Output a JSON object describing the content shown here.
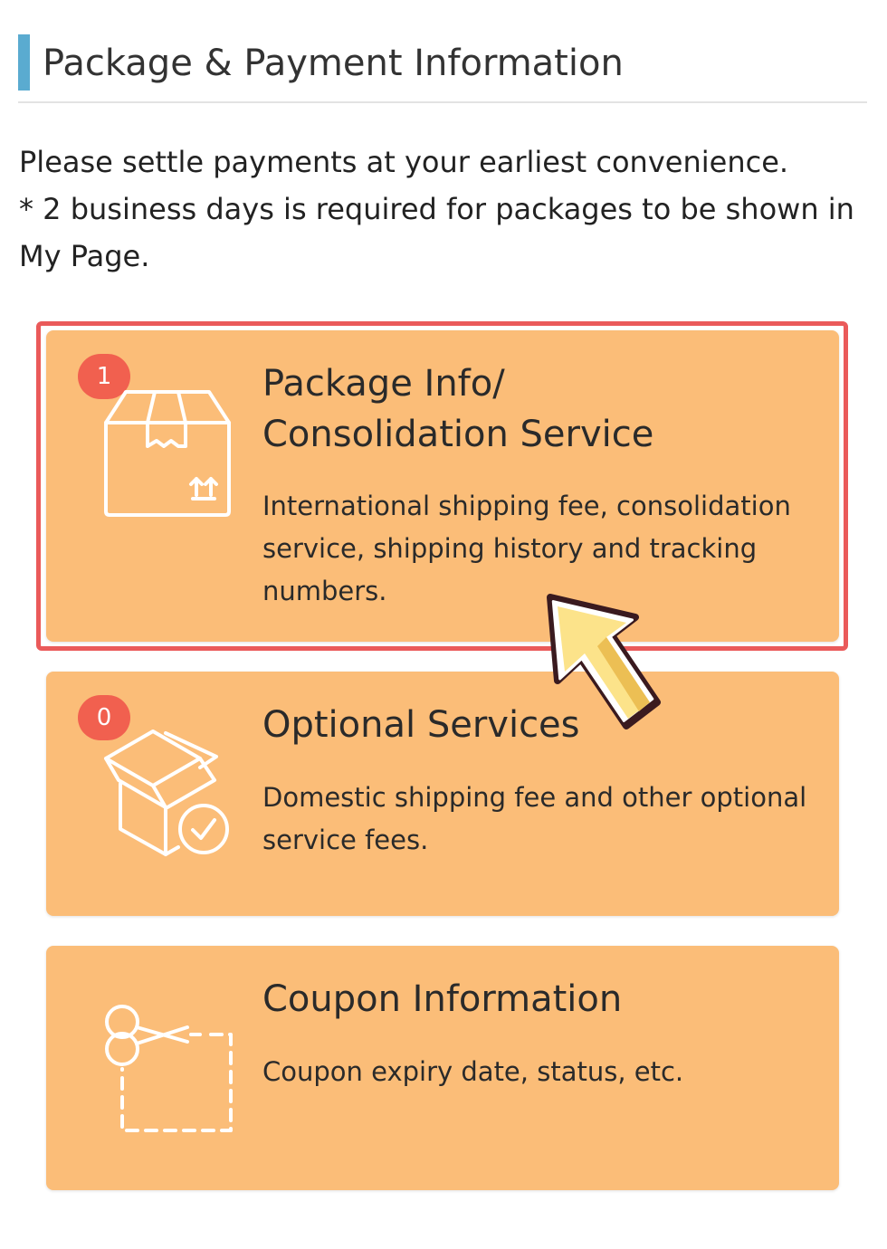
{
  "section": {
    "title": "Package & Payment Information",
    "accent_color": "#5aabd0"
  },
  "intro": {
    "line1": "Please settle payments at your earliest convenience.",
    "line2": "* 2 business days is required for packages to be shown in My Page."
  },
  "theme": {
    "card_bg": "#fbbd78",
    "badge_bg": "#f1604f",
    "highlight": "#ea5a5a",
    "pointer_fill": "#fce38a",
    "pointer_stroke": "#3a1a1f"
  },
  "cards": [
    {
      "icon": "package-box-icon",
      "badge": "1",
      "title": "Package Info/ Consolidation Service",
      "title_line1": "Package Info/",
      "title_line2": "Consolidation Service",
      "description": "International shipping fee, consolidation service, shipping history and tracking numbers."
    },
    {
      "icon": "open-box-check-icon",
      "badge": "0",
      "title": "Optional Services",
      "description": "Domestic shipping fee and other optional service fees."
    },
    {
      "icon": "coupon-scissors-icon",
      "title": "Coupon Information",
      "description": "Coupon expiry date, status, etc."
    }
  ]
}
